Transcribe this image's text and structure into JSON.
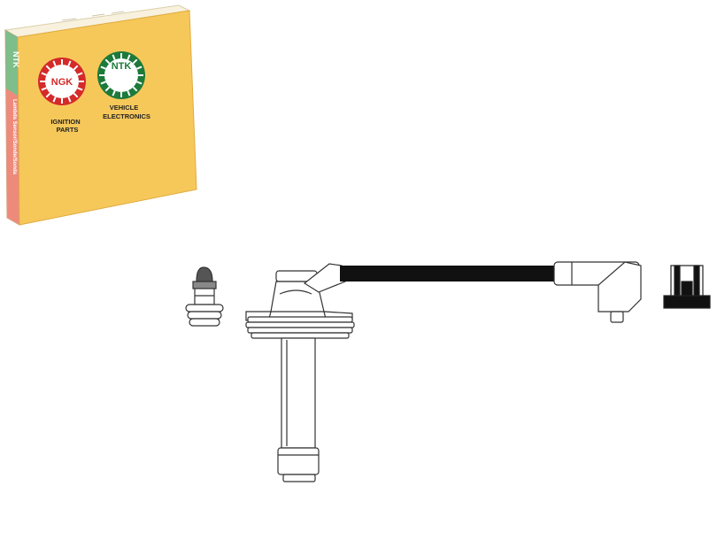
{
  "box": {
    "brand_ngk": "NGK",
    "brand_ntk": "NTK",
    "ngk_caption_line1": "IGNITION",
    "ngk_caption_line2": "PARTS",
    "ntk_caption_line1": "VEHICLE",
    "ntk_caption_line2": "ELECTRONICS",
    "side_brand": "NTK",
    "side_text": "Lambda Sensor/Sonde/Sonda"
  },
  "colors": {
    "box_face": "#F6C85A",
    "box_top": "#F8F1DE",
    "box_side": "#EE8A7C",
    "box_stripe": "#7DBE8A",
    "ngk_red": "#D42A2A",
    "ntk_green": "#1C7A3A",
    "line": "#333333",
    "cable": "#111111"
  },
  "icons": {
    "ngk_logo": "ngk-logo-icon",
    "ntk_logo": "ntk-logo-icon"
  }
}
